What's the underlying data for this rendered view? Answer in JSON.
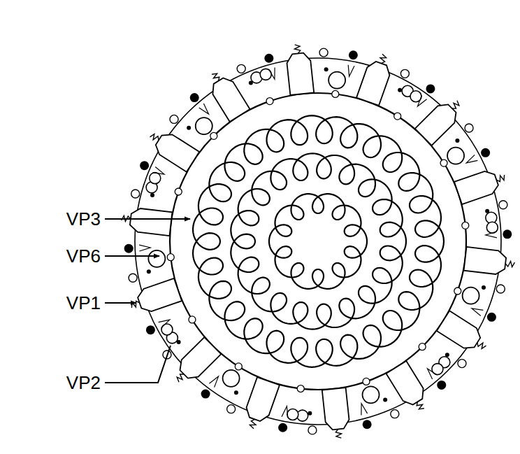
{
  "diagram": {
    "labels": [
      "VP3",
      "VP6",
      "VP1",
      "VP2"
    ]
  }
}
